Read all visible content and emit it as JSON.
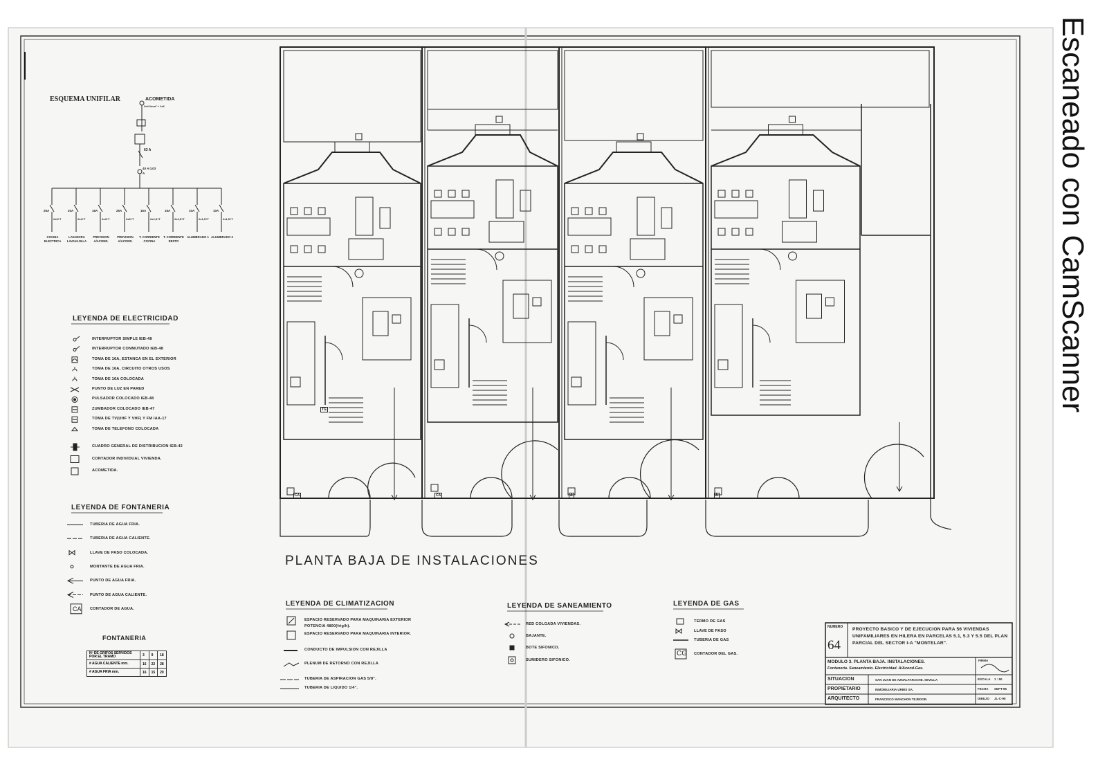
{
  "watermark": "Escaneado con CamScanner",
  "plan_title": "PLANTA BAJA DE INSTALACIONES",
  "esquema": {
    "title": "ESQUEMA UNIFILAR",
    "acometida": "ACOMETIDA",
    "acometida_sub": "3x4 6mm² + 1x6",
    "breaker_main": "63 A",
    "breaker_diff": "40 A 0,03 A",
    "circuits": [
      {
        "rating": "25A",
        "cable": "2x6+T",
        "label": "COCINA ELECTRICA"
      },
      {
        "rating": "20A",
        "cable": "2x4+T",
        "label": "LAVADORA LAVAVAJILLA"
      },
      {
        "rating": "16A",
        "cable": "2x4+T",
        "label": "PREVISION A/ACOND."
      },
      {
        "rating": "25A",
        "cable": "2x6+T",
        "label": "PREVISION A/ACOND."
      },
      {
        "rating": "16A",
        "cable": "2x2,5+T",
        "label": "T. CORRIENTE COCINA"
      },
      {
        "rating": "16A",
        "cable": "2x2,5+T",
        "label": "T. CORRIENTE RESTO"
      },
      {
        "rating": "10A",
        "cable": "2x1,5+T",
        "label": "ALUMBRADO 1"
      },
      {
        "rating": "10A",
        "cable": "2x1,5+T",
        "label": "ALUMBRADO 2"
      }
    ]
  },
  "legend_electricidad": {
    "title": "LEYENDA DE ELECTRICIDAD",
    "items": [
      "INTERRUPTOR SIMPLE IEB-48",
      "INTERRUPTOR CONMUTADO IEB-48",
      "TOMA DE 16A, ESTANCA EN EL EXTERIOR",
      "TOMA DE 16A, CIRCUITO OTROS USOS",
      "TOMA DE 16A COLOCADA",
      "PUNTO DE LUZ EN PARED",
      "PULSADOR COLOCADO IEB-48",
      "ZUMBADOR COLOCADO IEB-47",
      "TOMA DE TV(UHF Y VHF) Y FM IAA-17",
      "TOMA DE TELEFONO COLOCADA",
      "CUADRO GENERAL DE DISTRIBUCION IEB-42",
      "CONTADOR INDIVIDUAL VIVIENDA.",
      "ACOMETIDA."
    ]
  },
  "legend_fontaneria": {
    "title": "LEYENDA DE FONTANERIA",
    "items": [
      "TUBERIA DE AGUA FRIA.",
      "TUBERIA DE AGUA CALIENTE.",
      "LLAVE DE PASO COLOCADA.",
      "MONTANTE DE AGUA FRIA.",
      "PUNTO DE AGUA FRIA.",
      "PUNTO DE AGUA CALIENTE.",
      "CONTADOR DE AGUA."
    ]
  },
  "fontaneria_table": {
    "title": "FONTANERIA",
    "rows": [
      [
        "Nº DE GRIFOS SERVIDOS POR EL TRAMO",
        "3",
        "9",
        "18"
      ],
      [
        "# AGUA CALIENTE mm.",
        "16",
        "22",
        "28"
      ],
      [
        "# AGUA FRIA mm.",
        "16",
        "15",
        "20"
      ]
    ]
  },
  "legend_climatizacion": {
    "title": "LEYENDA DE CLIMATIZACION",
    "items": [
      "ESPACIO RESERVADO PARA MAQUINARIA EXTERIOR POTENCIA 4800(frig/h).",
      "ESPACIO RESERVADO PARA MAQUINARIA INTERIOR.",
      "CONDUCTO DE IMPULSION CON REJILLA",
      "PLENUM DE RETORNO CON REJILLA",
      "TUBERIA DE ASPIRACION GAS 5/8\".",
      "TUBERIA DE LIQUIDO 1/4\"."
    ]
  },
  "legend_saneamiento": {
    "title": "LEYENDA DE SANEAMIENTO",
    "items": [
      "RED COLGADA VIVIENDAS.",
      "BAJANTE.",
      "BOTE SIFONICO.",
      "SUMIDERO SIFONICO."
    ]
  },
  "legend_gas": {
    "title": "LEYENDA DE GAS",
    "items": [
      "TERMO DE GAS",
      "LLAVE DE PASO",
      "TUBERIA DE GAS",
      "CONTADOR DEL GAS."
    ]
  },
  "title_block": {
    "numero_label": "NUMERO",
    "numero": "64",
    "project": "PROYECTO BASICO Y DE EJECUCION PARA 56 VIVIENDAS UNIFAMILIARES EN HILERA EN PARCELAS 5.1, 5.3 Y 5.5 DEL PLAN PARCIAL DEL SECTOR I-A \"MONTELAR\".",
    "plano": "MODULO 3. PLANTA BAJA. INSTALACIONES.",
    "plano_sub": "Fontaneria. Saneamiento. Electricidad. A/Acond.Gas.",
    "situacion_label": "SITUACION",
    "situacion": "SAN JUAN DE AZNALFARACHE. SEVILLA",
    "propietario_label": "PROPIETARIO",
    "propietario": "INMOBILIARIA URBIS SA.",
    "arquitecto_label": "ARQUITECTO",
    "arquitecto": "FRANCISCO MANCHON TEJEDOR.",
    "firma_label": "FIRMA",
    "escala_label": "ESCALA",
    "escala": "1 : 50",
    "fecha_label": "FECHA",
    "fecha": "SEPT-95",
    "dibujo_label": "DIBUJO",
    "dibujo": "JL-C-95"
  },
  "plan_tags": [
    "TG",
    "CA",
    "CA",
    "A",
    "A"
  ]
}
